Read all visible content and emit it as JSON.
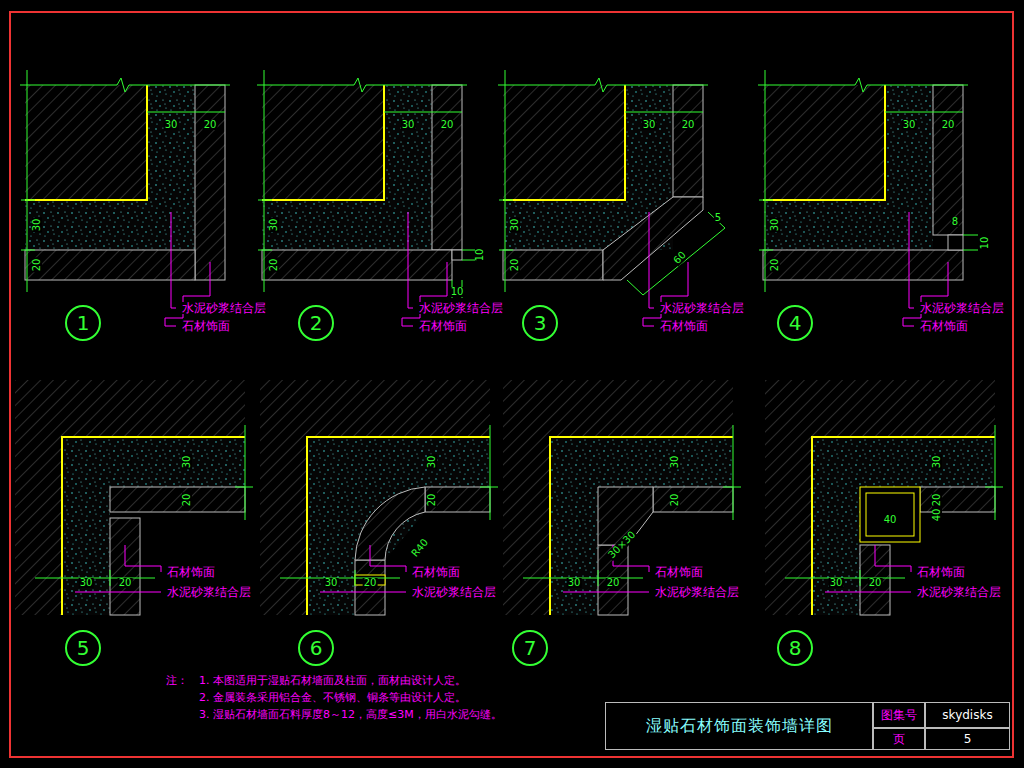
{
  "diagram": {
    "nodes": [
      {
        "text": [
          "1"
        ]
      },
      {
        "text": [
          "2"
        ]
      },
      {
        "text": [
          "3"
        ]
      },
      {
        "text": [
          "4"
        ]
      },
      {
        "text": [
          "5"
        ]
      },
      {
        "text": [
          "6"
        ]
      },
      {
        "text": [
          "7"
        ]
      },
      {
        "text": [
          "8"
        ]
      },
      {
        "text": [
          "湿贴石材饰面装饰墙详图"
        ]
      },
      {
        "text": [
          "图集号"
        ]
      },
      {
        "text": [
          "skydisks"
        ]
      },
      {
        "text": [
          "页"
        ]
      },
      {
        "text": [
          "5"
        ]
      }
    ],
    "labels": [
      "30",
      "20",
      "30",
      "20",
      "水泥砂浆结合层",
      "石材饰面",
      "30",
      "20",
      "30",
      "20",
      "水泥砂浆结合层",
      "石材饰面",
      "30",
      "20",
      "30",
      "20",
      "水泥砂浆结合层",
      "石材饰面",
      "30",
      "20",
      "30",
      "20",
      "水泥砂浆结合层",
      "石材饰面",
      "10",
      "10",
      "5",
      "60",
      "8",
      "10",
      "30",
      "20",
      "30",
      "20",
      "石材饰面",
      "水泥砂浆结合层",
      "30",
      "20",
      "30",
      "20",
      "石材饰面",
      "水泥砂浆结合层",
      "30",
      "20",
      "30",
      "20",
      "石材饰面",
      "水泥砂浆结合层",
      "30",
      "20",
      "30",
      "20",
      "石材饰面",
      "水泥砂浆结合层",
      "R40",
      "30×30",
      "40",
      "40",
      "注：",
      "1. 本图适用于湿贴石材墙面及柱面，面材由设计人定。",
      "2. 金属装条采用铝合金、不锈钢、铜条等由设计人定。",
      "3. 湿贴石材墙面石料厚度8～12，高度≤3M，用白水泥勾缝。"
    ]
  }
}
